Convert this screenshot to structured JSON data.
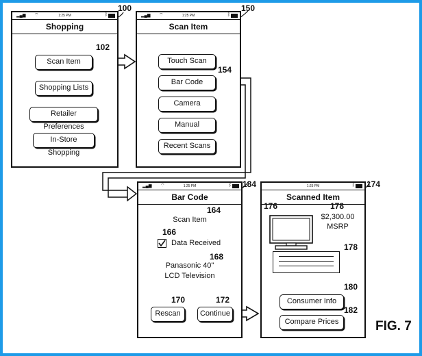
{
  "figure_label": "FIG. 7",
  "status_time": "1:25 PM",
  "screens": {
    "shopping": {
      "ref": "100",
      "title": "Shopping",
      "buttons": [
        {
          "label": "Scan Item",
          "ref": "102"
        },
        {
          "label": "Shopping Lists"
        },
        {
          "label": "Retailer Preferences"
        },
        {
          "label": "In-Store Shopping"
        }
      ]
    },
    "scan_item": {
      "ref": "150",
      "title": "Scan Item",
      "buttons": [
        {
          "label": "Touch Scan"
        },
        {
          "label": "Bar Code",
          "ref": "154"
        },
        {
          "label": "Camera"
        },
        {
          "label": "Manual"
        },
        {
          "label": "Recent Scans"
        }
      ]
    },
    "bar_code": {
      "ref": "184",
      "title": "Bar Code",
      "scan_label": "Scan Item",
      "scan_ref": "164",
      "data_received": "Data Received",
      "data_received_ref": "166",
      "product_line1": "Panasonic 40\"",
      "product_line2": "LCD Television",
      "product_ref": "168",
      "rescan_label": "Rescan",
      "rescan_ref": "170",
      "continue_label": "Continue",
      "continue_ref": "172"
    },
    "scanned_item": {
      "ref": "174",
      "title": "Scanned Item",
      "image_ref": "176",
      "price": "$2,300.00",
      "price_sub": "MSRP",
      "price_ref": "178",
      "text_block_ref": "178",
      "consumer_info_label": "Consumer Info",
      "consumer_info_ref": "180",
      "compare_prices_label": "Compare Prices",
      "compare_prices_ref": "182"
    }
  }
}
